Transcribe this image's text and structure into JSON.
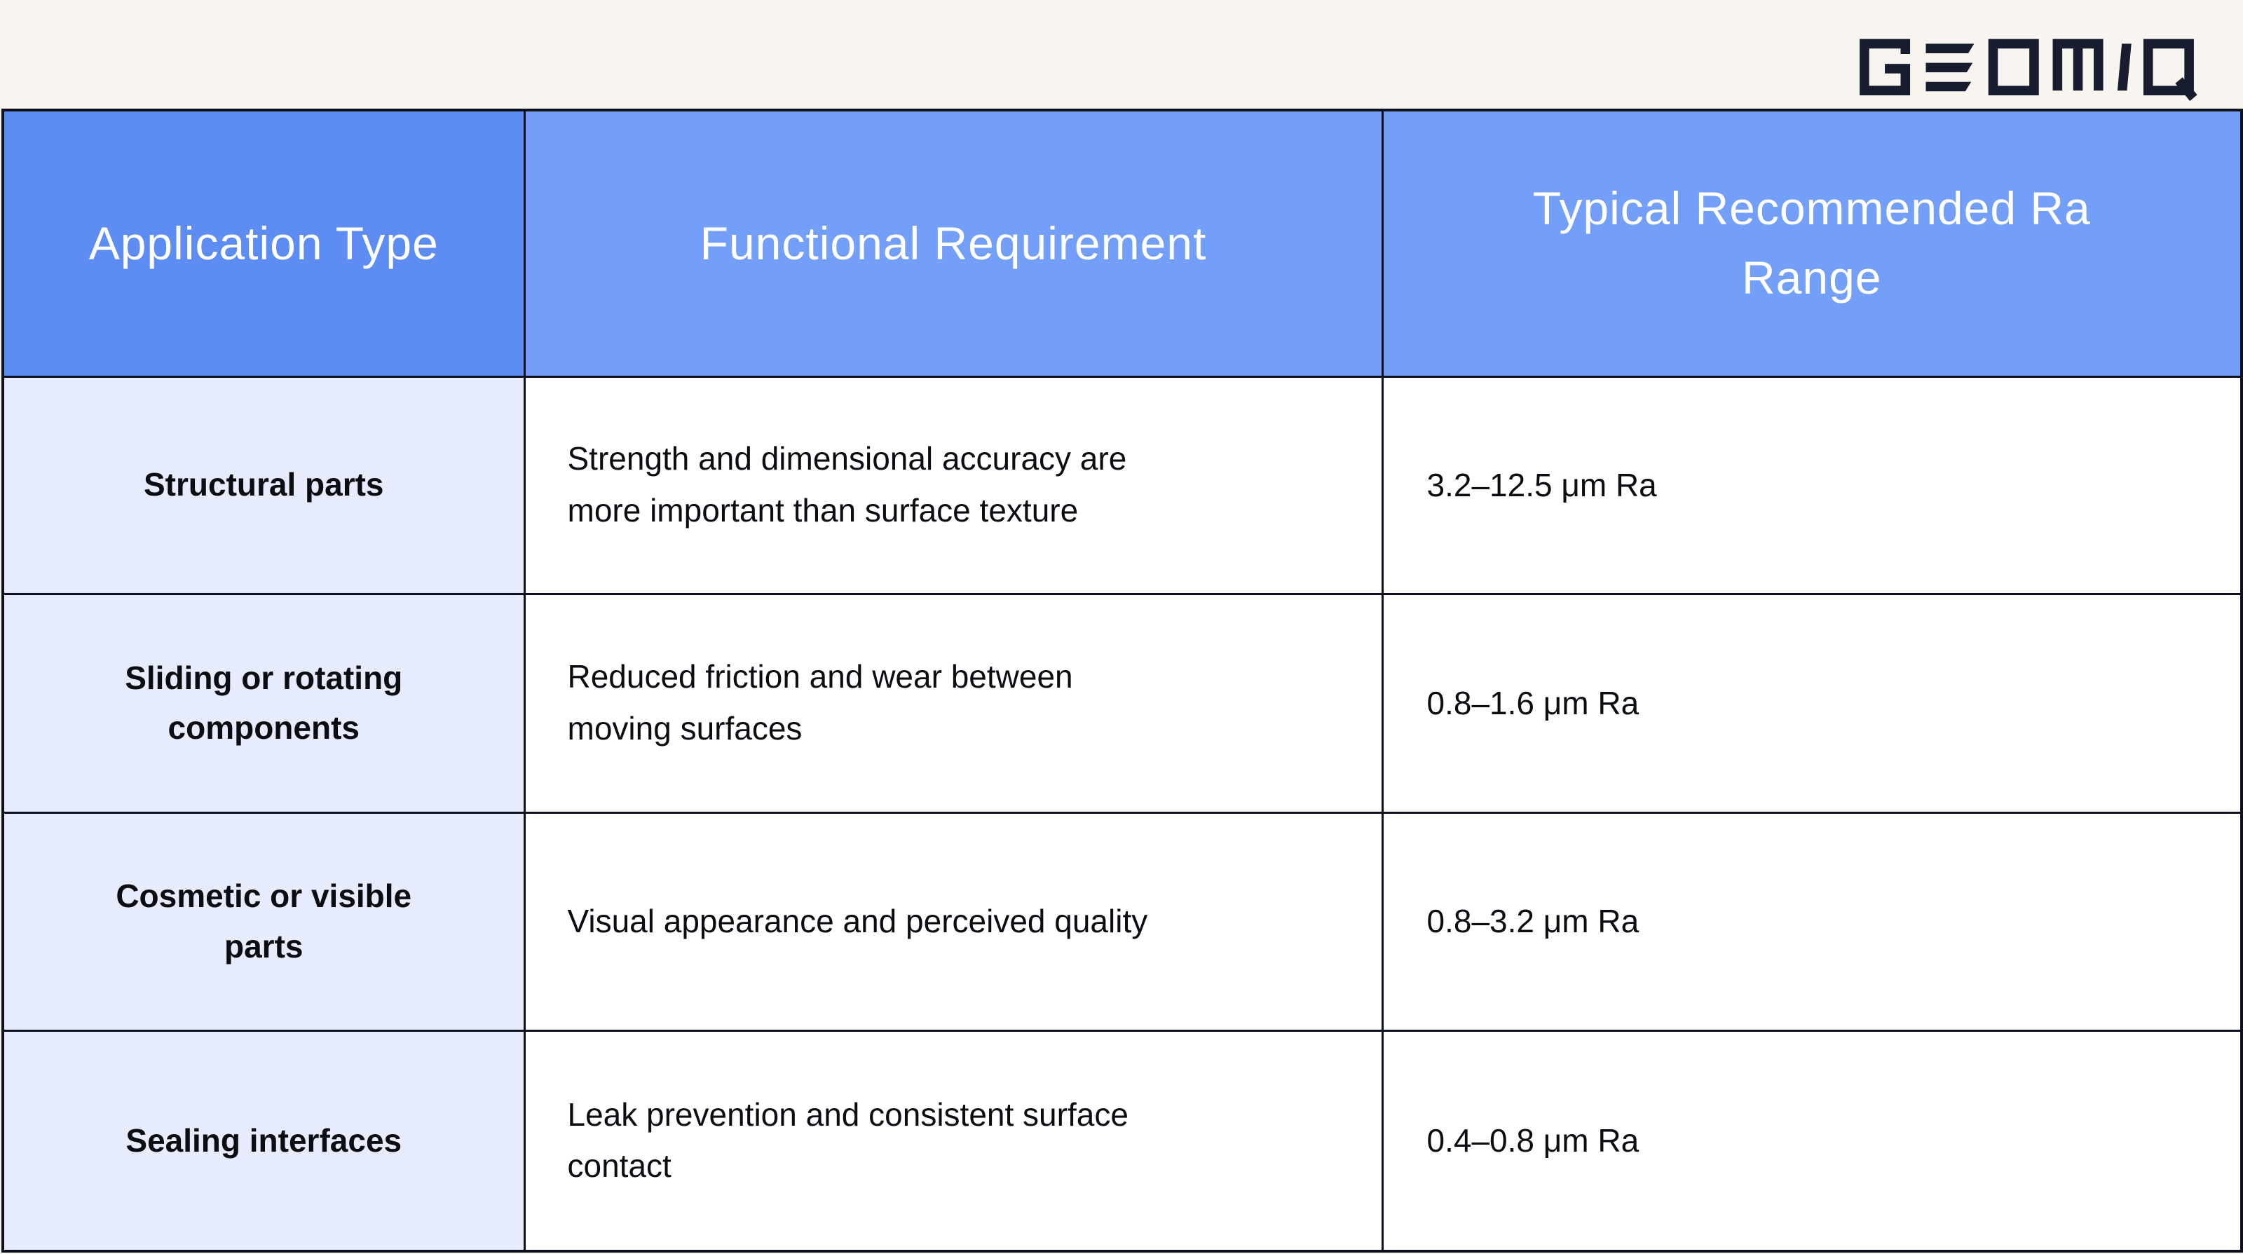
{
  "page": {
    "background_color": "#f8f4ef",
    "border_color": "#0c101f",
    "body_text_color": "#0b0d12"
  },
  "logo": {
    "text": "GEOMIQ",
    "color": "#171c2e"
  },
  "table": {
    "header_colors": {
      "first_cell_bg": "#5d8df2",
      "other_cells_bg": "#739ff9",
      "text_color": "#ffffff"
    },
    "row_label_bg": "#e7ecfc",
    "headers": [
      "Application Type",
      "Functional Requirement",
      "Typical Recommended Ra Range"
    ],
    "rows": [
      {
        "application_type": "Structural parts",
        "functional_requirement": "Strength and dimensional accuracy are more important than surface texture",
        "ra_range": "3.2–12.5 μm Ra"
      },
      {
        "application_type": "Sliding or rotating components",
        "functional_requirement": "Reduced friction and wear between moving surfaces",
        "ra_range": "0.8–1.6 μm Ra"
      },
      {
        "application_type": "Cosmetic or visible parts",
        "functional_requirement": "Visual appearance and perceived quality",
        "ra_range": "0.8–3.2 μm Ra"
      },
      {
        "application_type": "Sealing interfaces",
        "functional_requirement": "Leak prevention and consistent surface contact",
        "ra_range": "0.4–0.8 μm Ra"
      }
    ]
  }
}
